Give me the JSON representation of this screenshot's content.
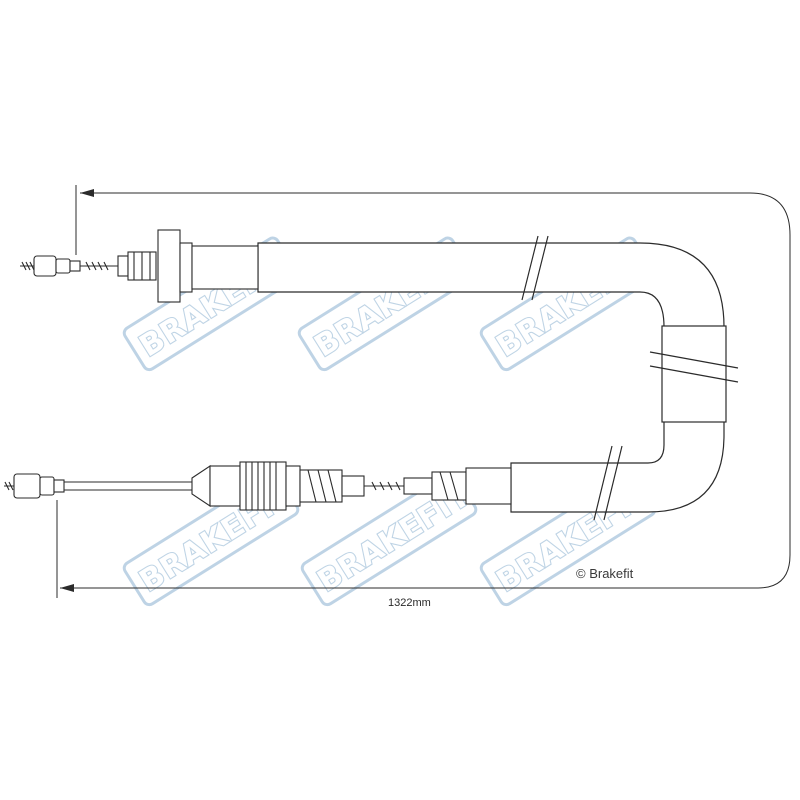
{
  "dimension": {
    "length_label": "1322mm"
  },
  "copyright": {
    "text": "© Brakefit"
  },
  "watermark": {
    "brand": "BRAKEFIT",
    "color": "#a9c5dc"
  },
  "colors": {
    "line": "#2b2b2b",
    "background": "#ffffff"
  }
}
